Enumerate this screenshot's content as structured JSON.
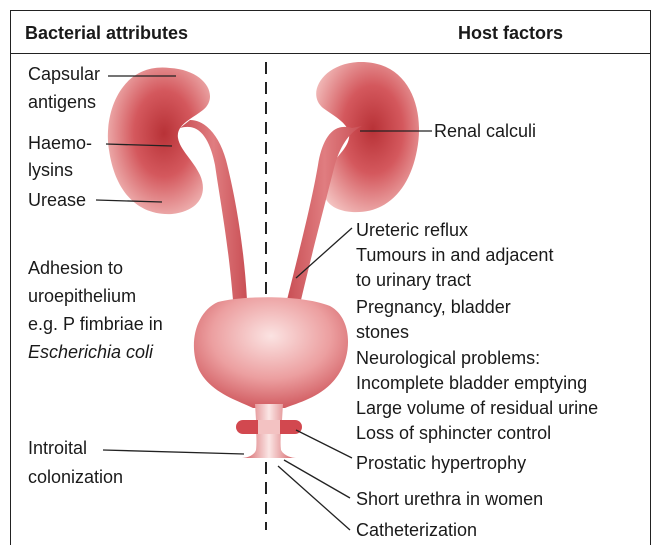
{
  "header": {
    "left_title": "Bacterial attributes",
    "right_title": "Host factors"
  },
  "labels": {
    "capsular_1": "Capsular",
    "capsular_2": "antigens",
    "haemo_1": "Haemo-",
    "haemo_2": "lysins",
    "urease": "Urease",
    "adhesion_1": "Adhesion to",
    "adhesion_2": "uroepithelium",
    "adhesion_3": "e.g. P fimbriae in",
    "adhesion_4": "Escherichia coli",
    "introital_1": "Introital",
    "introital_2": "colonization",
    "renal_calculi": "Renal calculi",
    "ureteric_reflux": "Ureteric reflux",
    "tumours_1": "Tumours in and adjacent",
    "tumours_2": "to urinary tract",
    "pregnancy_1": "Pregnancy, bladder",
    "pregnancy_2": "stones",
    "neuro": "Neurological problems:",
    "incomplete": "Incomplete bladder emptying",
    "large_volume": "Large volume of residual urine",
    "sphincter": "Loss of sphincter control",
    "prostatic": "Prostatic hypertrophy",
    "short_urethra": "Short urethra in women",
    "catheterization": "Catheterization"
  },
  "colors": {
    "organ_dark": "#b8373c",
    "organ_mid": "#d9686c",
    "organ_light": "#f6d3d1",
    "line": "#222222"
  }
}
